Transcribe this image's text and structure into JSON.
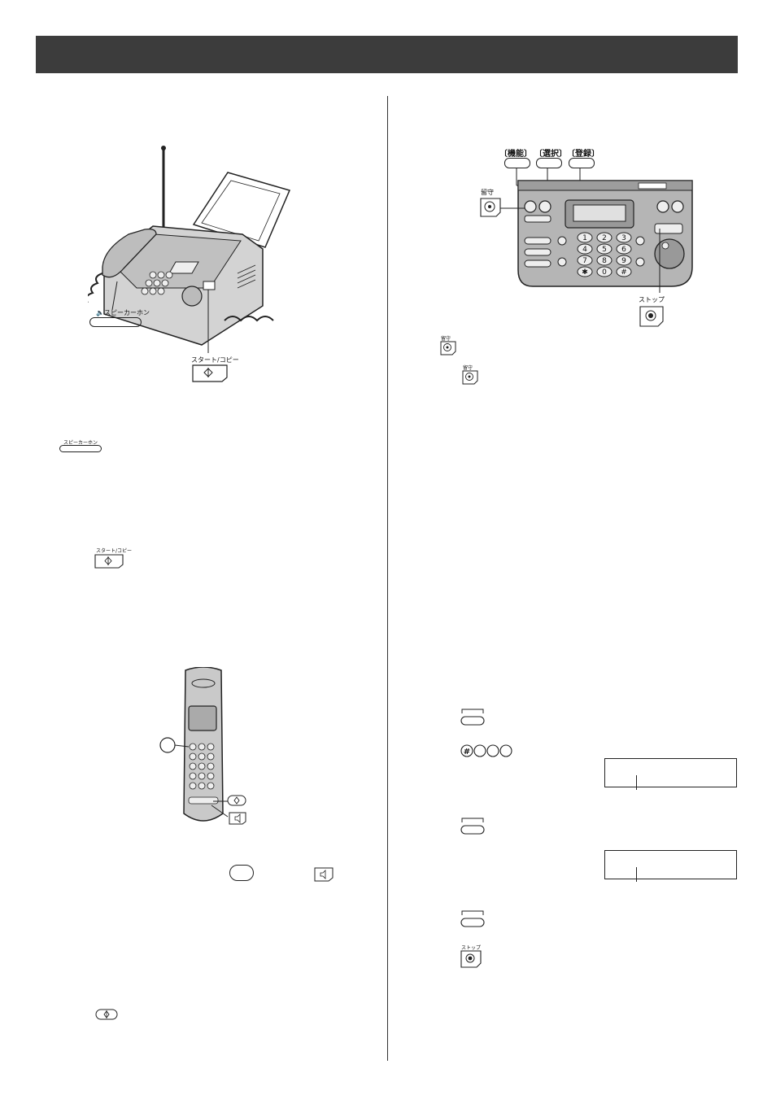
{
  "buttons": {
    "speakerphone": "スピーカーホン",
    "start_copy": "スタート/コピー",
    "rusu": "留守",
    "stop": "ストップ",
    "kinou": "〔機能〕",
    "sentaku": "〔選択〕",
    "touroku": "〔登録〕"
  },
  "colors": {
    "header_bar": "#3c3c3c",
    "panel_fill": "#b5b5b5",
    "device_fill": "#d3d3d3"
  },
  "icons": {
    "start": "start-diamond-icon",
    "stop": "stop-circle-icon",
    "speaker": "speaker-icon",
    "rusu": "answer-icon"
  }
}
